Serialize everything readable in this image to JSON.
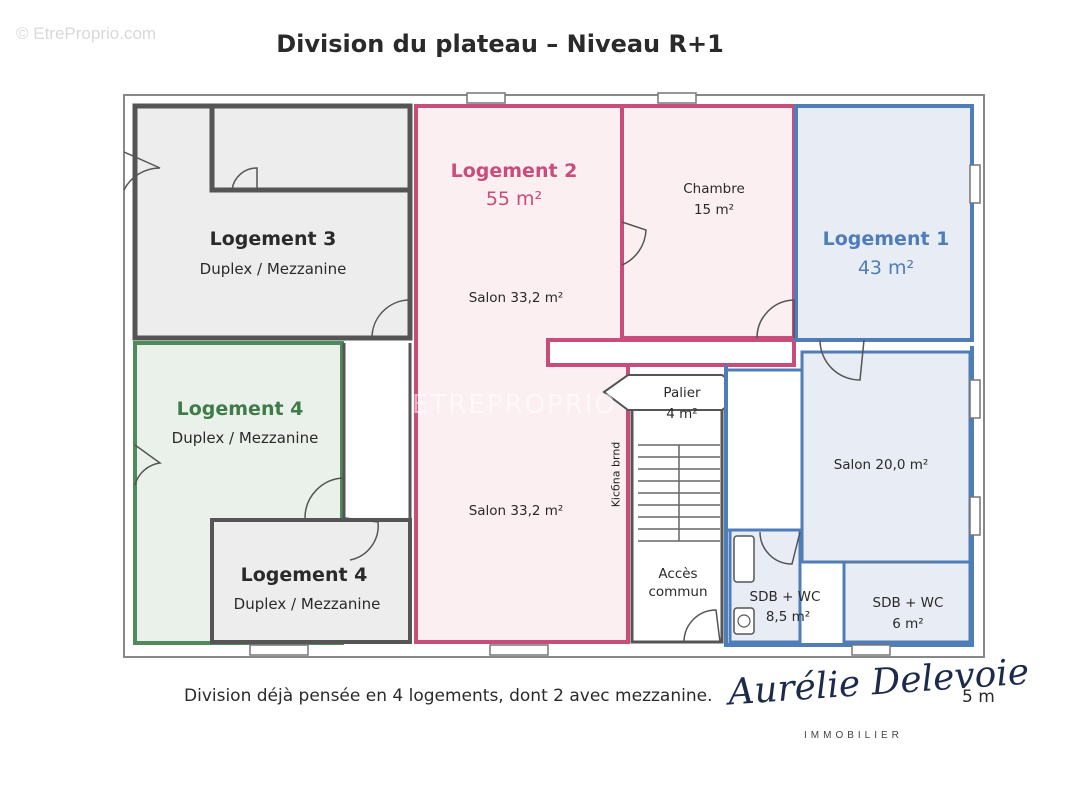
{
  "watermark": "© EtreProprio.com",
  "title": "Division du plateau – Niveau R+1",
  "colors": {
    "wall": "#555555",
    "logement1": "#4f7db8",
    "logement2": "#c94d7a",
    "logement4": "#4f8a5a",
    "logement3_fill": "#ededed",
    "logement1_fill": "#e7ecf5",
    "logement2_fill": "#fbeff2",
    "logement4_fill": "#eaf1ea",
    "stair_fill": "#ffffff"
  },
  "rooms": {
    "logement3": {
      "name": "Logement 3",
      "sub": "Duplex / Mezzanine"
    },
    "logement4_a": {
      "name": "Logement 4",
      "sub": "Duplex / Mezzanine"
    },
    "logement4_b": {
      "name": "Logement 4",
      "sub": "Duplex / Mezzanine"
    },
    "logement2": {
      "name": "Logement 2",
      "area": "55 m²"
    },
    "logement1": {
      "name": "Logement 1",
      "area": "43 m²"
    },
    "chambre": {
      "name": "Chambre",
      "area": "15 m²"
    },
    "salon_top": "Salon 33,2 m²",
    "salon_bottom": "Salon 33,2 m²",
    "salon_l1": "Salon 20,0 m²",
    "palier": {
      "name": "Palier",
      "area": "4 m²"
    },
    "kitchen": "Kicбna brnd",
    "acces": {
      "line1": "Accès",
      "line2": "commun"
    },
    "sdb_left": {
      "name": "SDB + WC",
      "area": "8,5 m²"
    },
    "sdb_right": {
      "name": "SDB + WC",
      "area": "6 m²"
    }
  },
  "caption": "Division déjà pensée en 4 logements, dont 2 avec mezzanine.",
  "scale": "5 m",
  "signature": {
    "name": "Aurélie Delevoie",
    "sub": "IMMOBILIER"
  },
  "watermark_center": "ETREPROPRIO"
}
